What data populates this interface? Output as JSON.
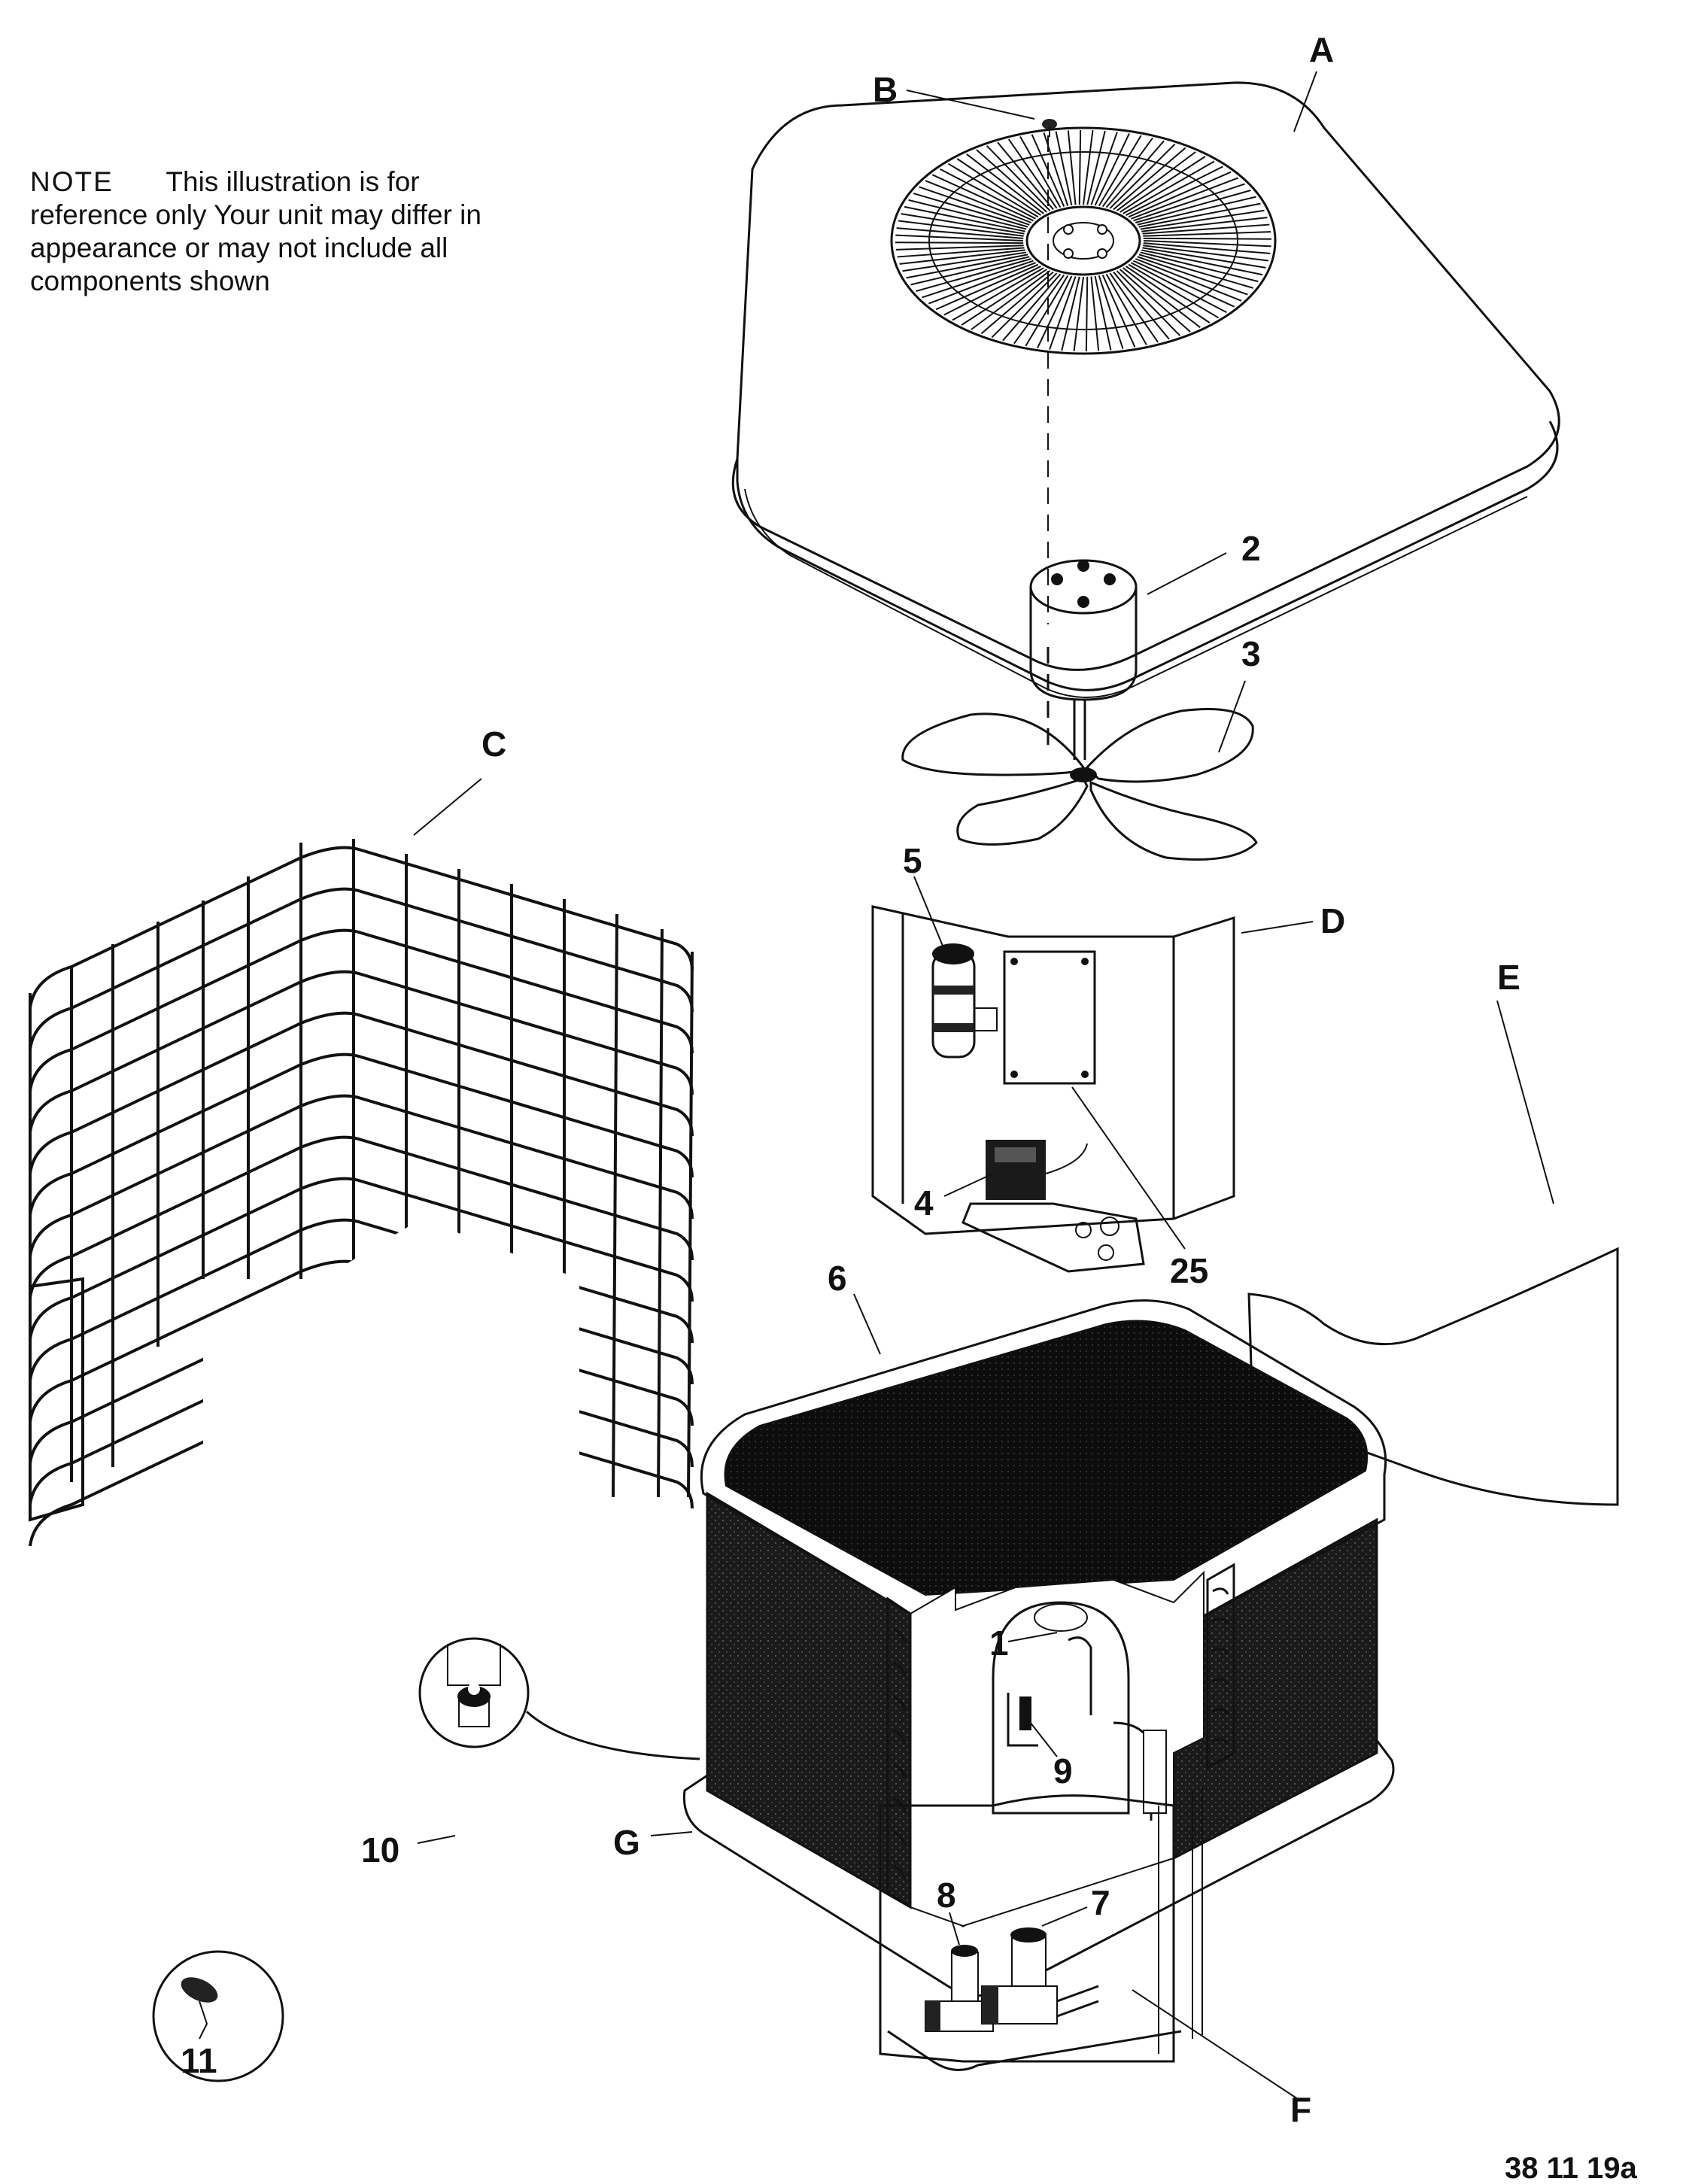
{
  "note": {
    "label": "NOTE",
    "text": "This illustration is for reference only   Your unit may differ in appearance or may not include all components shown"
  },
  "callouts": {
    "A": "A",
    "B": "B",
    "C": "C",
    "D": "D",
    "E": "E",
    "F": "F",
    "G": "G",
    "n1": "1",
    "n2": "2",
    "n3": "3",
    "n4": "4",
    "n5": "5",
    "n6": "6",
    "n7": "7",
    "n8": "8",
    "n9": "9",
    "n10": "10",
    "n11": "11",
    "n25": "25"
  },
  "reference": "38 11 19a"
}
